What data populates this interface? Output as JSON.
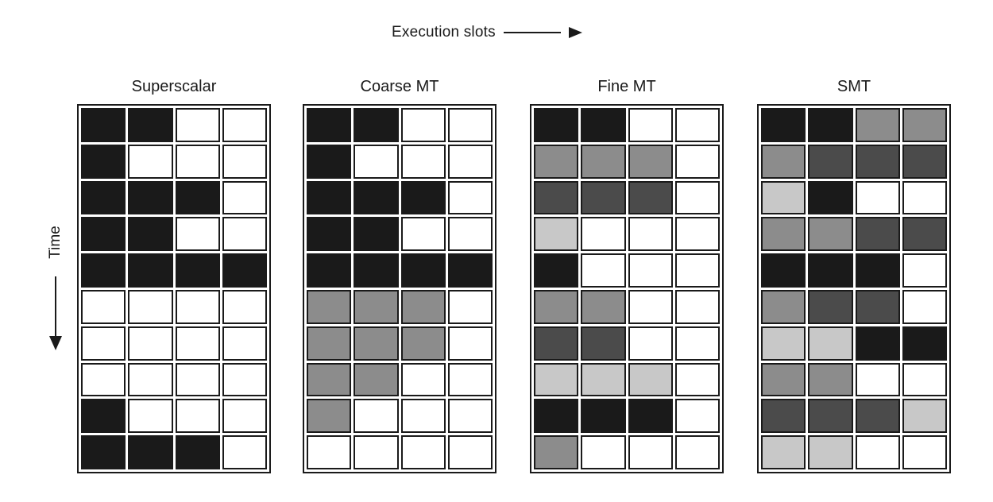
{
  "figure": {
    "execution_slots_label": "Execution slots",
    "time_label": "Time"
  },
  "colors": {
    "border": "#1a1a1a",
    "cells": {
      "K": "#1a1a1a",
      "D": "#4b4b4b",
      "M": "#8c8c8c",
      "L": "#c8c8c8",
      "W": "#ffffff"
    }
  },
  "cell_color_legend": {
    "K": "black",
    "D": "dark-gray",
    "M": "medium-gray",
    "L": "light-gray",
    "W": "white-empty-slot"
  },
  "grid_shape": {
    "columns": 4,
    "rows": 10
  },
  "panels": [
    {
      "title": "Superscalar",
      "rows": [
        [
          "K",
          "K",
          "W",
          "W"
        ],
        [
          "K",
          "W",
          "W",
          "W"
        ],
        [
          "K",
          "K",
          "K",
          "W"
        ],
        [
          "K",
          "K",
          "W",
          "W"
        ],
        [
          "K",
          "K",
          "K",
          "K"
        ],
        [
          "W",
          "W",
          "W",
          "W"
        ],
        [
          "W",
          "W",
          "W",
          "W"
        ],
        [
          "W",
          "W",
          "W",
          "W"
        ],
        [
          "K",
          "W",
          "W",
          "W"
        ],
        [
          "K",
          "K",
          "K",
          "W"
        ]
      ]
    },
    {
      "title": "Coarse MT",
      "rows": [
        [
          "K",
          "K",
          "W",
          "W"
        ],
        [
          "K",
          "W",
          "W",
          "W"
        ],
        [
          "K",
          "K",
          "K",
          "W"
        ],
        [
          "K",
          "K",
          "W",
          "W"
        ],
        [
          "K",
          "K",
          "K",
          "K"
        ],
        [
          "M",
          "M",
          "M",
          "W"
        ],
        [
          "M",
          "M",
          "M",
          "W"
        ],
        [
          "M",
          "M",
          "W",
          "W"
        ],
        [
          "M",
          "W",
          "W",
          "W"
        ],
        [
          "W",
          "W",
          "W",
          "W"
        ]
      ]
    },
    {
      "title": "Fine MT",
      "rows": [
        [
          "K",
          "K",
          "W",
          "W"
        ],
        [
          "M",
          "M",
          "M",
          "W"
        ],
        [
          "D",
          "D",
          "D",
          "W"
        ],
        [
          "L",
          "W",
          "W",
          "W"
        ],
        [
          "K",
          "W",
          "W",
          "W"
        ],
        [
          "M",
          "M",
          "W",
          "W"
        ],
        [
          "D",
          "D",
          "W",
          "W"
        ],
        [
          "L",
          "L",
          "L",
          "W"
        ],
        [
          "K",
          "K",
          "K",
          "W"
        ],
        [
          "M",
          "W",
          "W",
          "W"
        ]
      ]
    },
    {
      "title": "SMT",
      "rows": [
        [
          "K",
          "K",
          "M",
          "M"
        ],
        [
          "M",
          "D",
          "D",
          "D"
        ],
        [
          "L",
          "K",
          "W",
          "W"
        ],
        [
          "M",
          "M",
          "D",
          "D"
        ],
        [
          "K",
          "K",
          "K",
          "W"
        ],
        [
          "M",
          "D",
          "D",
          "W"
        ],
        [
          "L",
          "L",
          "K",
          "K"
        ],
        [
          "M",
          "M",
          "W",
          "W"
        ],
        [
          "D",
          "D",
          "D",
          "L"
        ],
        [
          "L",
          "L",
          "W",
          "W"
        ]
      ]
    }
  ]
}
